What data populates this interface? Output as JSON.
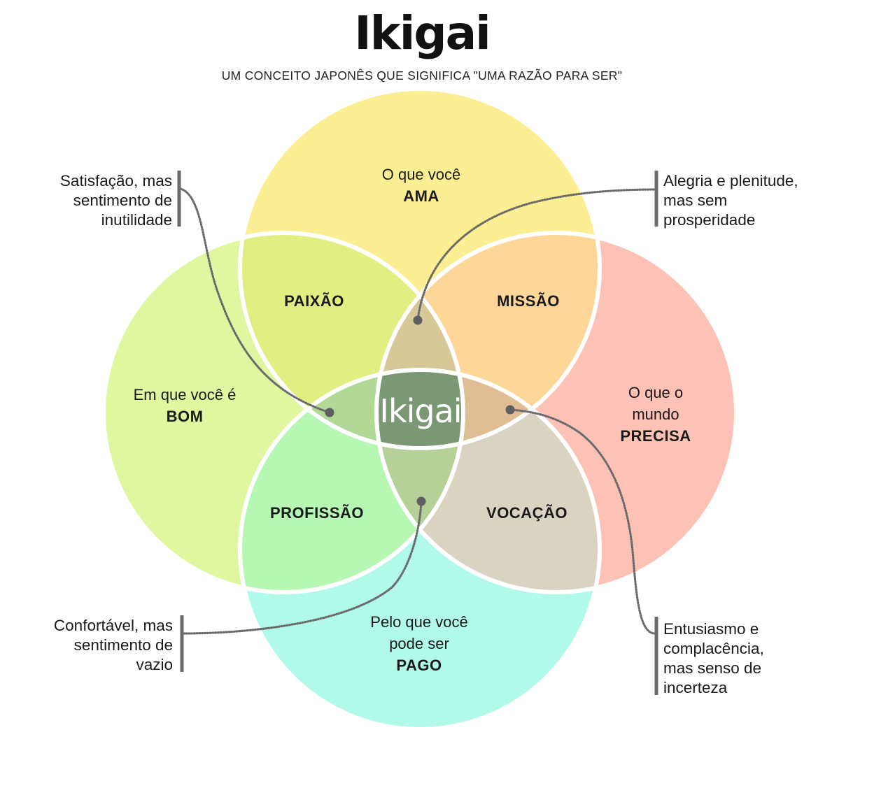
{
  "title": "Ikigai",
  "subtitle": "UM CONCEITO JAPONÊS QUE SIGNIFICA \"UMA RAZÃO PARA SER\"",
  "colors": {
    "ama": "#fcef93",
    "bom": "#e0f79f",
    "precisa": "#fdc2b5",
    "pago": "#b1f9e8",
    "paixao": "#e1ef82",
    "missao": "#fdd698",
    "profissao": "#b7f7b4",
    "vocacao": "#d9d3c1",
    "top_lens": "#d6c897",
    "left_lens": "#b1d894",
    "right_lens": "#dfbe95",
    "bottom_lens": "#b5d198",
    "center": "#7a9873",
    "stroke": "#ffffff",
    "connector": "#6b6b6b"
  },
  "circles": {
    "ama": {
      "line1": "O que você",
      "line2": "AMA"
    },
    "bom": {
      "line1": "Em que você é",
      "line2": "BOM"
    },
    "precisa": {
      "line1": "O que o",
      "line2": "mundo",
      "line3": "PRECISA"
    },
    "pago": {
      "line1": "Pelo que você",
      "line2": "pode ser",
      "line3": "PAGO"
    }
  },
  "overlaps": {
    "paixao": "PAIXÃO",
    "missao": "MISSÃO",
    "profissao": "PROFISSÃO",
    "vocacao": "VOCAÇÃO"
  },
  "center_label": "Ikigai",
  "annotations": {
    "top_left": [
      "Satisfação, mas",
      "sentimento de",
      "inutilidade"
    ],
    "top_right": [
      "Alegria e plenitude,",
      "mas sem",
      "prosperidade"
    ],
    "bottom_left": [
      "Confortável, mas",
      "sentimento de",
      "vazio"
    ],
    "bottom_right": [
      "Entusiasmo e",
      "complacência,",
      "mas senso de",
      "incerteza"
    ]
  }
}
